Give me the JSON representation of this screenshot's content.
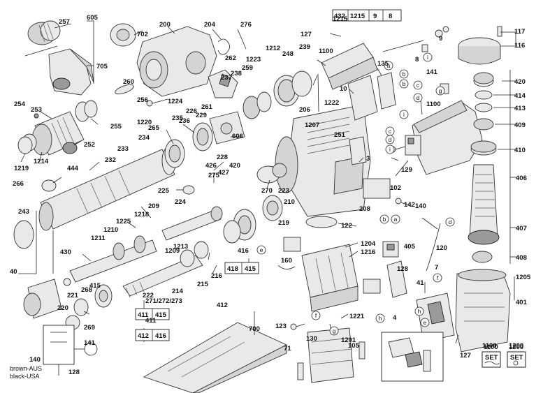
{
  "part_labels": [
    "257",
    "605",
    "705",
    "702",
    "200",
    "276",
    "204",
    "127",
    "1215",
    "117",
    "116",
    "9",
    "8",
    "1100",
    "1212",
    "239",
    "248",
    "262",
    "1223",
    "259",
    "238",
    "237",
    "260",
    "256",
    "1224",
    "1220",
    "261",
    "229",
    "265",
    "226",
    "236",
    "235",
    "234",
    "233",
    "206",
    "1222",
    "1207",
    "251",
    "10",
    "135",
    "141",
    "420",
    "414",
    "413",
    "409",
    "410",
    "406",
    "407",
    "408",
    "1205",
    "401",
    "254",
    "253",
    "255",
    "252",
    "1219",
    "1214",
    "232",
    "444",
    "266",
    "606",
    "228",
    "420",
    "427",
    "426",
    "275",
    "225",
    "224",
    "223",
    "270",
    "210",
    "209",
    "1218",
    "243",
    "1225",
    "1210",
    "1211",
    "430",
    "1213",
    "1209",
    "222",
    "214",
    "215",
    "216",
    "416",
    "219",
    "208",
    "102",
    "122",
    "1204",
    "1216",
    "405",
    "160",
    "120",
    "7",
    "128",
    "4",
    "41",
    "40",
    "415",
    "221",
    "268",
    "220",
    "269",
    "271/272/273",
    "411",
    "412",
    "700",
    "71",
    "123",
    "1221",
    "1201",
    "105",
    "130",
    "140",
    "141",
    "128",
    "127",
    "1100",
    "1200",
    "129",
    "3",
    "1100",
    "142",
    "140"
  ],
  "box_rows": [
    {
      "cells": [
        "432",
        "1215",
        "9",
        "8"
      ]
    },
    {
      "cells": [
        "418",
        "415"
      ]
    },
    {
      "cells": [
        "411",
        "415"
      ]
    },
    {
      "cells": [
        "412",
        "416"
      ]
    }
  ],
  "letter_callouts": [
    "a",
    "b",
    "c",
    "d",
    "e",
    "f",
    "g",
    "h",
    "i"
  ],
  "set_icons": [
    {
      "number": "1100",
      "word": "SET"
    },
    {
      "number": "1200",
      "word": "SET"
    }
  ],
  "wiring_legend": [
    "brown-AUS",
    "black-USA"
  ]
}
